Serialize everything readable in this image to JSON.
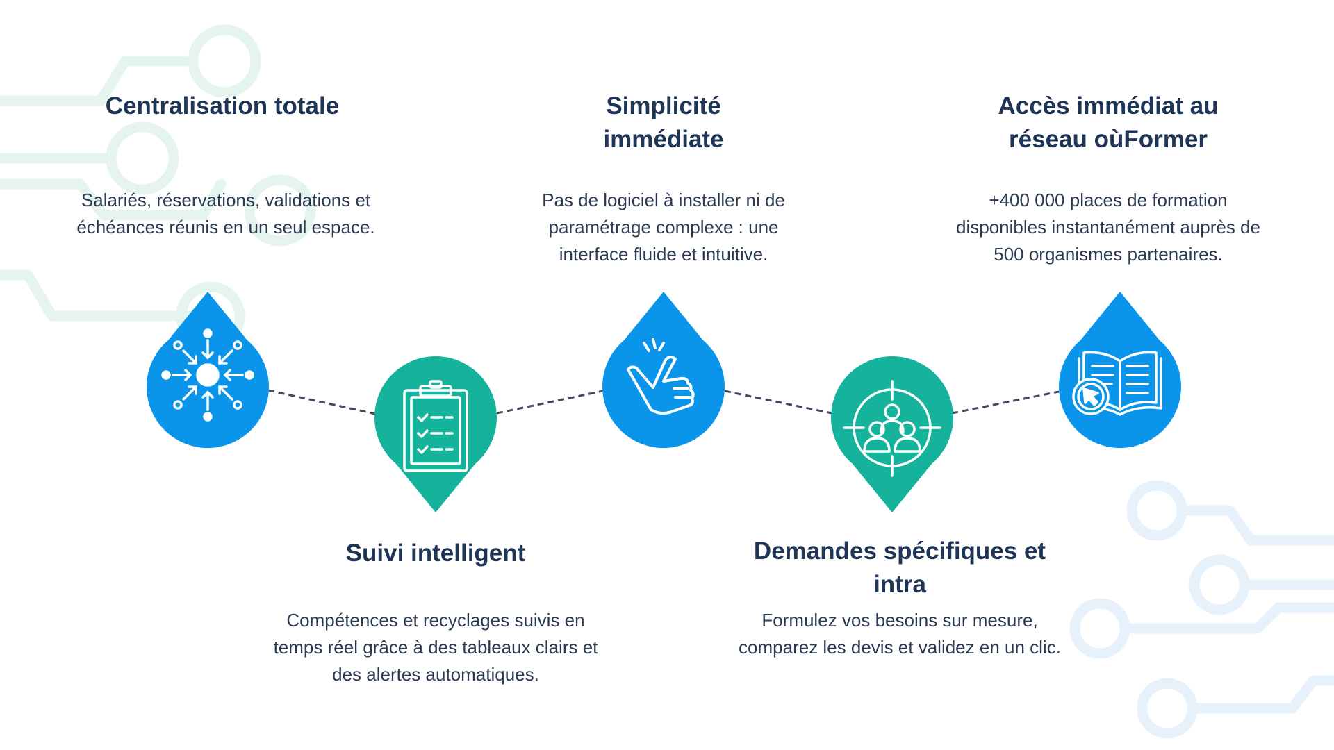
{
  "colors": {
    "blue": "#0a95ea",
    "teal": "#16b39c",
    "navy_text": "#1f3556",
    "body_text": "#2b3a52",
    "connector": "#3c4a63",
    "deco_left": "#e5f4ef",
    "deco_right": "#e6f1fb"
  },
  "steps": [
    {
      "title": "Centralisation totale",
      "description": "Salariés, réservations, validations et échéances réunis en un seul espace.",
      "icon": "converging-arrows-icon",
      "color": "blue"
    },
    {
      "title": "Suivi intelligent",
      "description": "Compétences et recyclages suivis en temps réel grâce à des tableaux clairs et des alertes automatiques.",
      "icon": "checklist-clipboard-icon",
      "color": "teal"
    },
    {
      "title": "Simplicité immédiate",
      "description": "Pas de logiciel à installer ni de paramétrage complexe : une interface fluide et intuitive.",
      "icon": "finger-snap-hand-icon",
      "color": "blue"
    },
    {
      "title": "Demandes spécifiques et intra",
      "description": "Formulez vos besoins sur mesure, comparez les devis et validez en un clic.",
      "icon": "target-group-icon",
      "color": "teal"
    },
    {
      "title": "Accès immédiat au réseau oùFormer",
      "description": "+400 000 places de formation disponibles instantanément auprès de 500 organismes partenaires.",
      "icon": "open-book-cursor-icon",
      "color": "blue"
    }
  ]
}
